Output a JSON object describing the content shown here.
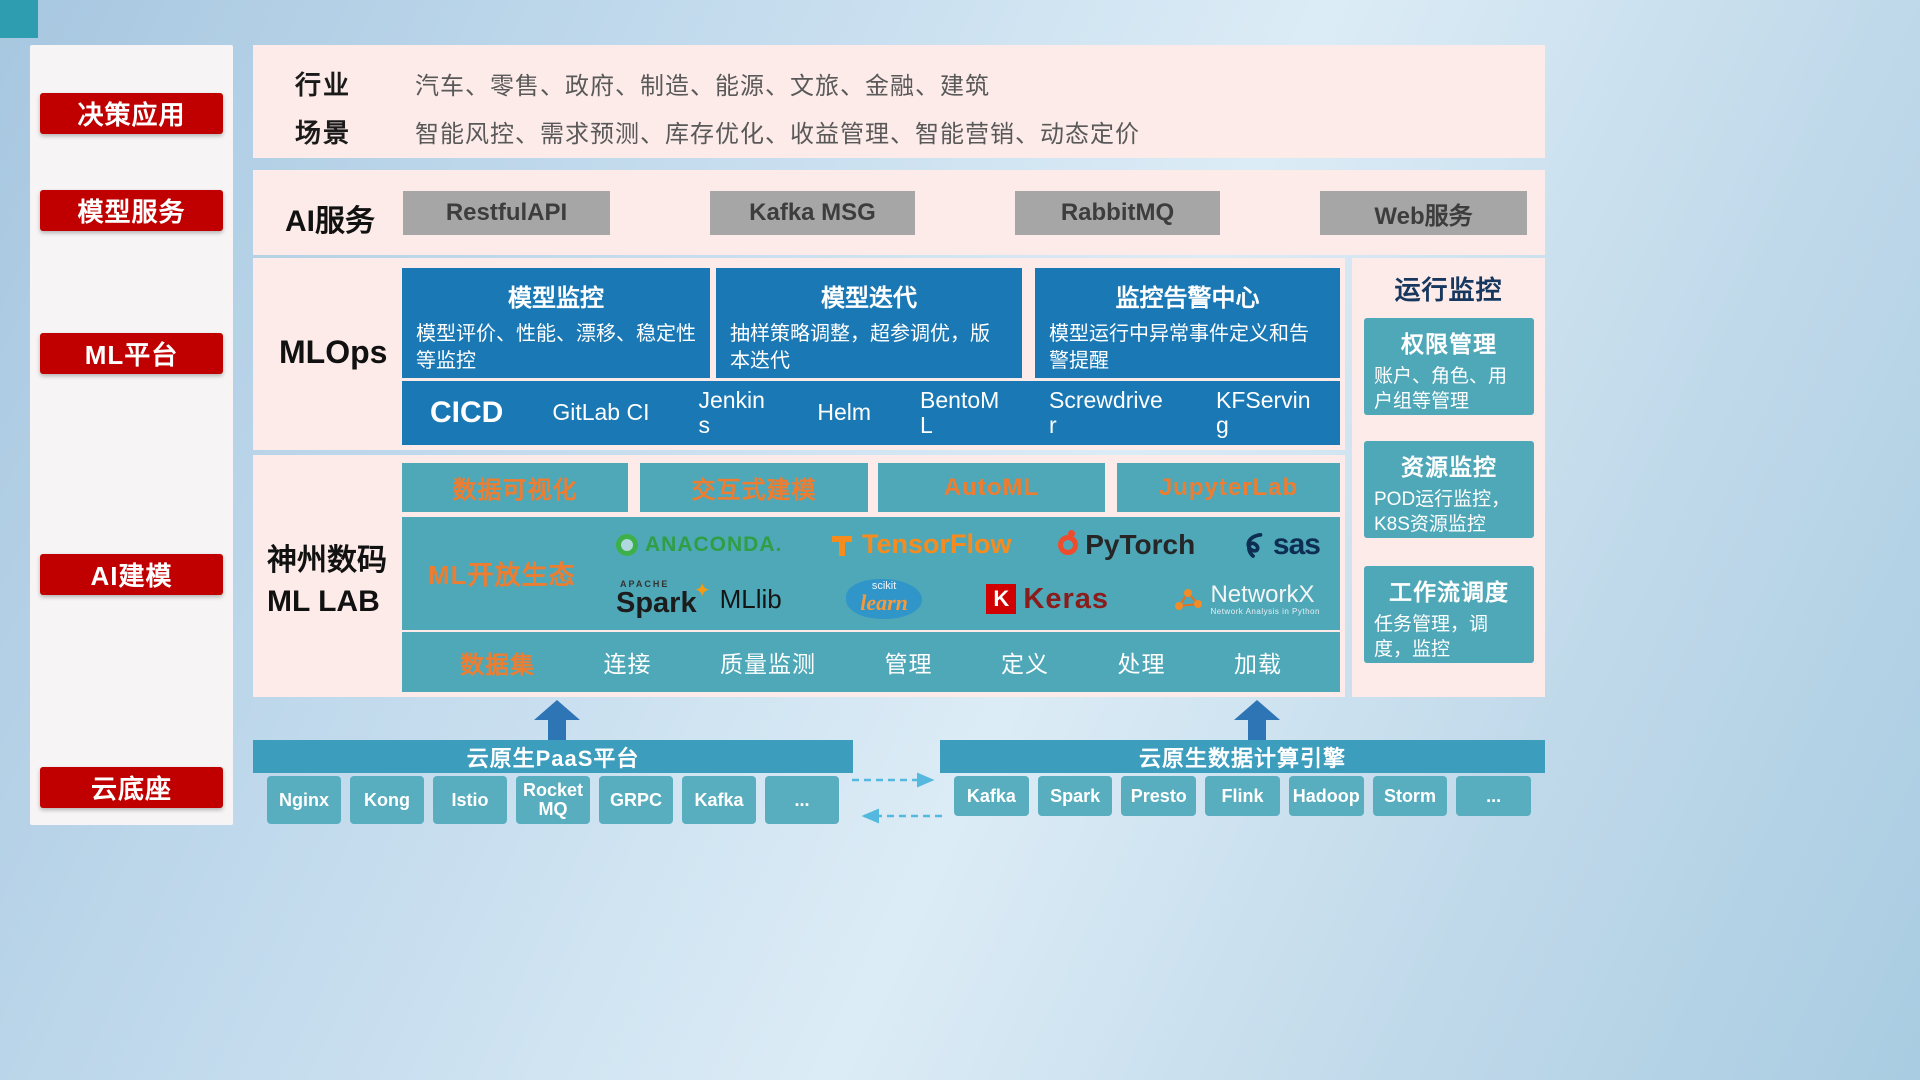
{
  "sidebar": {
    "items": [
      {
        "label": "决策应用"
      },
      {
        "label": "模型服务"
      },
      {
        "label": "ML平台"
      },
      {
        "label": "AI建模"
      },
      {
        "label": "云底座"
      }
    ]
  },
  "industry": {
    "row1_label": "行业",
    "row1_value": "汽车、零售、政府、制造、能源、文旅、金融、建筑",
    "row2_label": "场景",
    "row2_value": "智能风控、需求预测、库存优化、收益管理、智能营销、动态定价"
  },
  "ai_service": {
    "label": "AI服务",
    "buttons": [
      {
        "label": "RestfulAPI"
      },
      {
        "label": "Kafka MSG"
      },
      {
        "label": "RabbitMQ"
      },
      {
        "label": "Web服务"
      }
    ]
  },
  "mlops": {
    "label": "MLOps",
    "cards": [
      {
        "title": "模型监控",
        "desc": "模型评价、性能、漂移、稳定性等监控"
      },
      {
        "title": "模型迭代",
        "desc": "抽样策略调整，超参调优，版本迭代"
      },
      {
        "title": "监控告警中心",
        "desc": "模型运行中异常事件定义和告警提醒"
      }
    ],
    "cicd": {
      "label": "CICD",
      "items": [
        {
          "label": "GitLab CI"
        },
        {
          "label": "Jenkins"
        },
        {
          "label": "Helm"
        },
        {
          "label": "BentoML"
        },
        {
          "label": "Screwdriver"
        },
        {
          "label": "KFServing"
        }
      ]
    }
  },
  "monitoring": {
    "title": "运行监控",
    "cards": [
      {
        "title": "权限管理",
        "desc": "账户、角色、用户组等管理"
      },
      {
        "title": "资源监控",
        "desc": "POD运行监控，K8S资源监控"
      },
      {
        "title": "工作流调度",
        "desc": "任务管理，调度，监控"
      }
    ]
  },
  "mllab": {
    "label_line1": "神州数码",
    "label_line2": "ML LAB",
    "tools": [
      {
        "label": "数据可视化"
      },
      {
        "label": "交互式建模"
      },
      {
        "label": "AutoML"
      },
      {
        "label": "JupyterLab"
      }
    ],
    "eco_label": "ML开放生态",
    "logos": {
      "anaconda": "ANACONDA.",
      "tensorflow": "TensorFlow",
      "pytorch": "PyTorch",
      "sas": "sas",
      "spark_apache": "APACHE",
      "spark": "Spark",
      "mllib": "MLlib",
      "sklearn_top": "scikit",
      "sklearn": "learn",
      "keras_letter": "K",
      "keras": "Keras",
      "networkx": "NetworkX",
      "networkx_sub": "Network Analysis in Python"
    },
    "dataset": {
      "label": "数据集",
      "items": [
        {
          "label": "连接"
        },
        {
          "label": "质量监测"
        },
        {
          "label": "管理"
        },
        {
          "label": "定义"
        },
        {
          "label": "处理"
        },
        {
          "label": "加载"
        }
      ]
    }
  },
  "foundation": {
    "paas": {
      "title": "云原生PaaS平台",
      "items": [
        {
          "label": "Nginx"
        },
        {
          "label": "Kong"
        },
        {
          "label": "Istio"
        },
        {
          "label": "RocketMQ"
        },
        {
          "label": "GRPC"
        },
        {
          "label": "Kafka"
        },
        {
          "label": "..."
        }
      ]
    },
    "engine": {
      "title": "云原生数据计算引擎",
      "items": [
        {
          "label": "Kafka"
        },
        {
          "label": "Spark"
        },
        {
          "label": "Presto"
        },
        {
          "label": "Flink"
        },
        {
          "label": "Hadoop"
        },
        {
          "label": "Storm"
        },
        {
          "label": "..."
        }
      ]
    }
  },
  "colors": {
    "accent_red": "#c00000",
    "panel_pink": "#fcebe8",
    "card_blue": "#1a78b4",
    "card_teal": "#4fa8b8",
    "accent_orange": "#ed7d31"
  }
}
